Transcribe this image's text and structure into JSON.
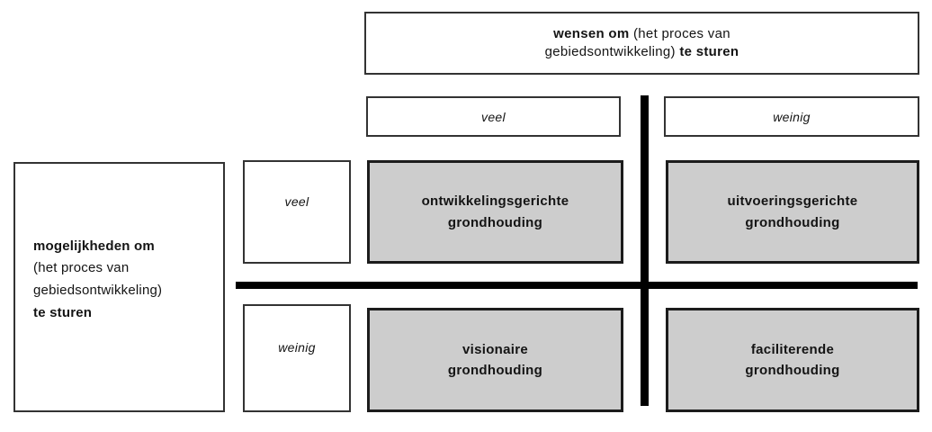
{
  "diagram": {
    "title_semantic": "grondhouding-matrix",
    "colors": {
      "background": "#ffffff",
      "quadrant_fill": "#cdcdcd",
      "box_border": "#333333",
      "divider": "#000000"
    },
    "top_axis": {
      "line1_bold": "wensen om",
      "line1_rest": " (het proces van",
      "line2_rest": "gebiedsontwikkeling) ",
      "line2_bold": "te sturen"
    },
    "left_axis": {
      "line1": "mogelijkheden om",
      "line2": "(het proces van",
      "line3": "gebiedsontwikkeling)",
      "line4": "te sturen"
    },
    "column_headers": [
      {
        "label": "veel"
      },
      {
        "label": "weinig"
      }
    ],
    "row_headers": [
      {
        "label": "veel"
      },
      {
        "label": "weinig"
      }
    ],
    "quadrants": [
      {
        "line1": "ontwikkelingsgerichte",
        "line2": "grondhouding"
      },
      {
        "line1": "uitvoeringsgerichte",
        "line2": "grondhouding"
      },
      {
        "line1": "visionaire",
        "line2": "grondhouding"
      },
      {
        "line1": "faciliterende",
        "line2": "grondhouding"
      }
    ]
  }
}
